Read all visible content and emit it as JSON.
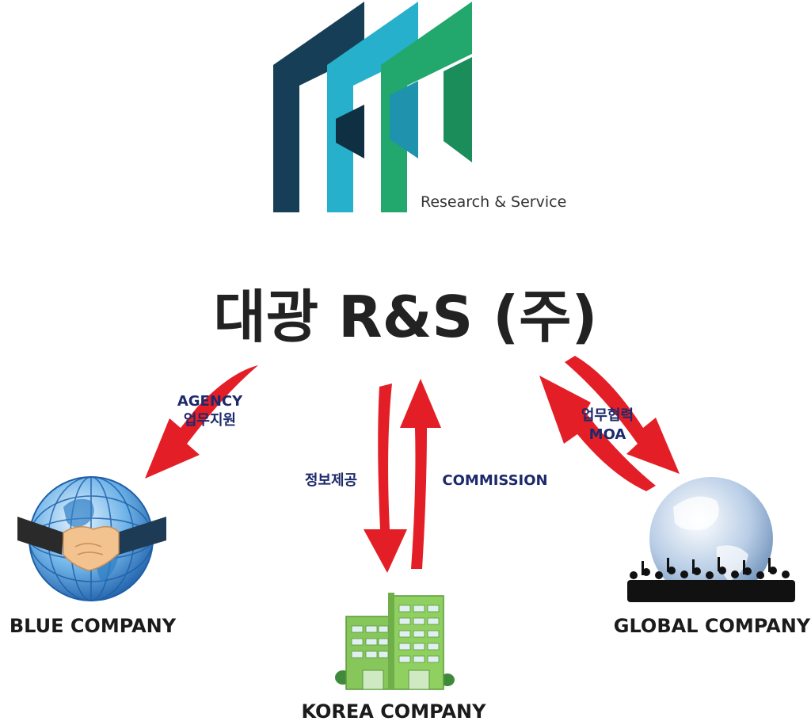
{
  "logo": {
    "tagline": "Research & Service",
    "colors": {
      "dark": "#163f57",
      "mid": "#27b0cb",
      "green": "#22a86c"
    }
  },
  "center": {
    "name": "대광 R&S (주)"
  },
  "edges": {
    "agency_line1": "AGENCY",
    "agency_line2": "업무지원",
    "info": "정보제공",
    "commission": "COMMISSION",
    "moa_line1": "업무협력",
    "moa_line2": "MOA"
  },
  "nodes": {
    "blue": "BLUE COMPANY",
    "korea": "KOREA COMPANY",
    "global": "GLOBAL COMPANY"
  },
  "colors": {
    "arrow": "#e41e26",
    "label": "#1c2a6b",
    "building": "#86c65a"
  }
}
